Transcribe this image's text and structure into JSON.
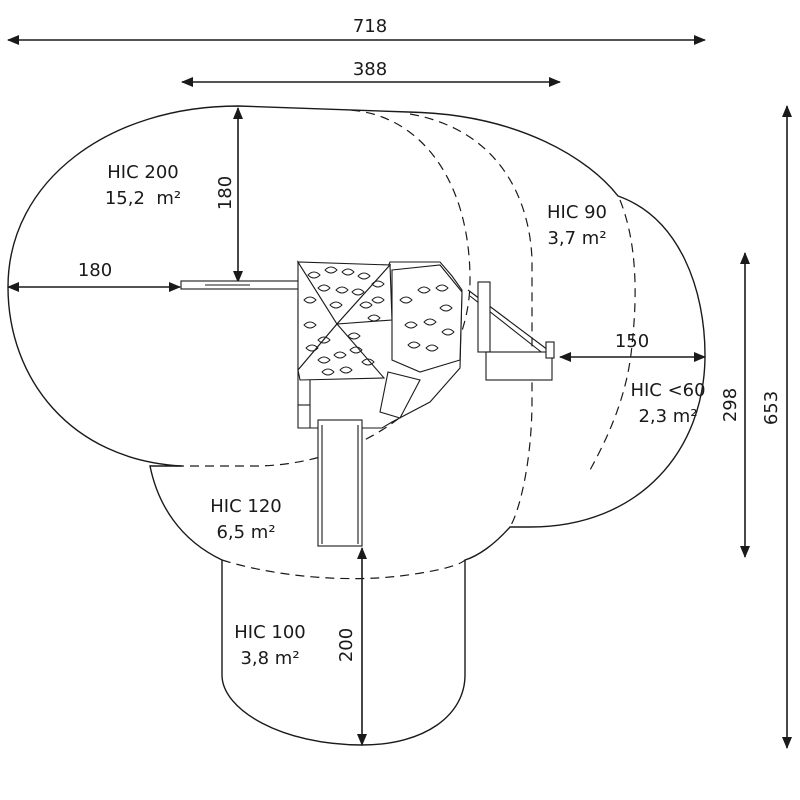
{
  "dimensions": {
    "total_width": "718",
    "top_width": "388",
    "height_total": "653",
    "height_right": "298",
    "left_offset": "180",
    "top_offset": "180",
    "right_offset": "150",
    "bottom_offset": "200"
  },
  "zones": {
    "hic200": {
      "label": "HIC 200",
      "area": "15,2  m²"
    },
    "hic90": {
      "label": "HIC 90",
      "area": "3,7 m²"
    },
    "hic60": {
      "label": "HIC <60",
      "area": "2,3 m²"
    },
    "hic120": {
      "label": "HIC 120",
      "area": "6,5 m²"
    },
    "hic100": {
      "label": "HIC 100",
      "area": "3,8 m²"
    }
  }
}
